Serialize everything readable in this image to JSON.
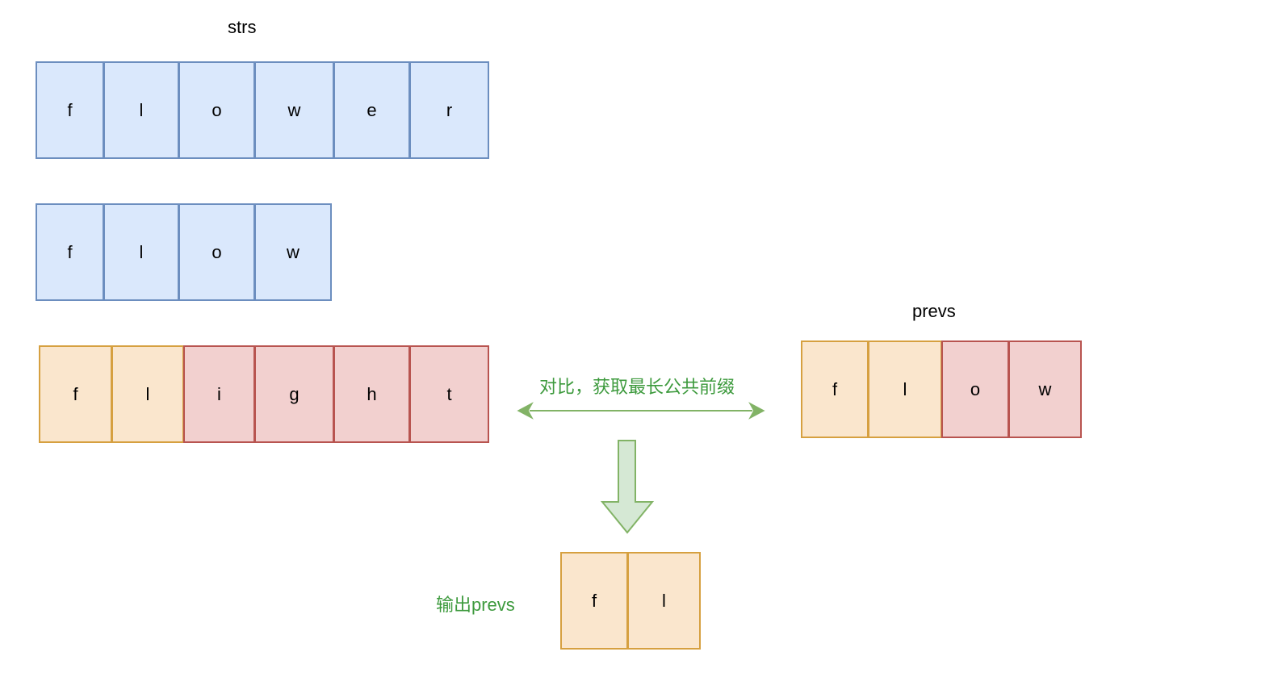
{
  "labels": {
    "strs": "strs",
    "prevs": "prevs",
    "compare": "对比，获取最长公共前缀",
    "output": "输出prevs"
  },
  "rows": {
    "flower": [
      "f",
      "l",
      "o",
      "w",
      "e",
      "r"
    ],
    "flow": [
      "f",
      "l",
      "o",
      "w"
    ],
    "flight": [
      "f",
      "l",
      "i",
      "g",
      "h",
      "t"
    ],
    "prevs": [
      "f",
      "l",
      "o",
      "w"
    ],
    "output": [
      "f",
      "l"
    ]
  },
  "colors": {
    "blue_fill": "#dae8fc",
    "blue_stroke": "#6c8ebf",
    "orange_fill": "#fae6cd",
    "orange_stroke": "#d6a040",
    "red_fill": "#f2d0cf",
    "red_stroke": "#b85450",
    "green_text": "#3d9a3d",
    "arrow_fill": "#d5e8d4",
    "arrow_stroke": "#82b366"
  }
}
